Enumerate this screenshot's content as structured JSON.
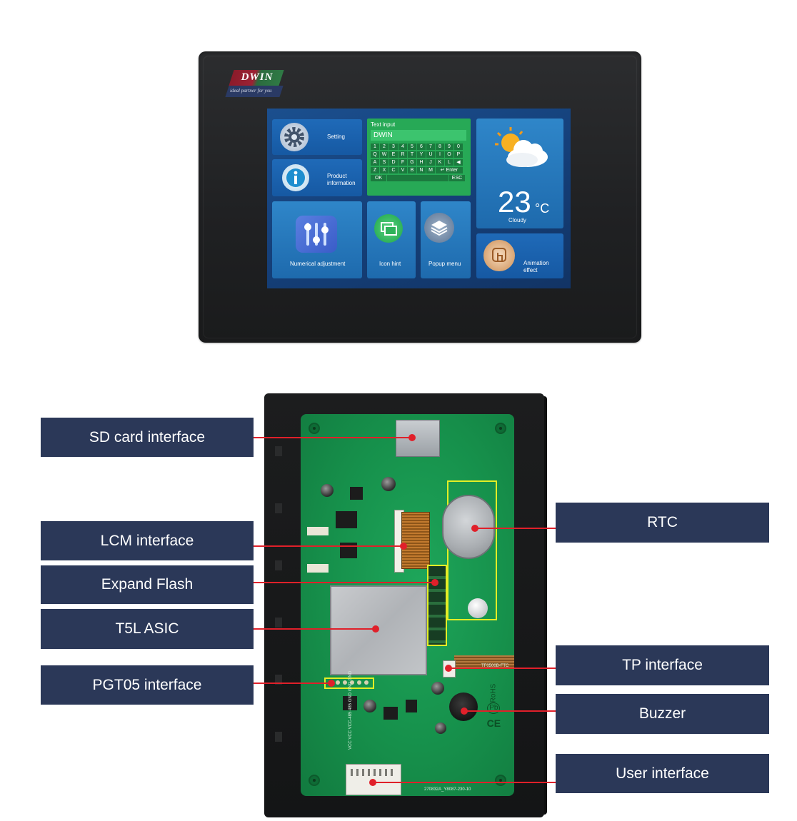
{
  "front": {
    "logo_text": "DWIN",
    "logo_tagline": "ideal partner for you",
    "tiles": {
      "setting": "Setting",
      "product_information": "Product information",
      "numerical_adjustment": "Numerical adjustment",
      "icon_hint": "Icon hint",
      "popup_menu": "Popup menu",
      "animation_effect": "Animation effect"
    },
    "keyboard": {
      "title": "Text input",
      "value": "DWIN",
      "rows": [
        [
          "1",
          "2",
          "3",
          "4",
          "5",
          "6",
          "7",
          "8",
          "9",
          "0"
        ],
        [
          "Q",
          "W",
          "E",
          "R",
          "T",
          "Y",
          "U",
          "I",
          "O",
          "P"
        ],
        [
          "A",
          "S",
          "D",
          "F",
          "G",
          "H",
          "J",
          "K",
          "L",
          "◀"
        ],
        [
          "Z",
          "X",
          "C",
          "V",
          "B",
          "N",
          "M",
          "↵ Enter"
        ]
      ],
      "ok": "OK",
      "esc": "ESC"
    },
    "weather": {
      "temperature": "23",
      "unit": "°C",
      "condition": "Cloudy"
    }
  },
  "callouts": {
    "sd_card": "SD card interface",
    "lcm": "LCM interface",
    "expand_flash": "Expand Flash",
    "t5l_asic": "T5L ASIC",
    "pgt05": "PGT05 interface",
    "rtc": "RTC",
    "tp": "TP interface",
    "buzzer": "Buzzer",
    "user": "User interface"
  },
  "silkscreen": {
    "user_header": "VCC VCC VCC-485 485 GND GND GND",
    "board_code": "270832A_Y8087-230-10",
    "tp_code": "TF0500B-FTC",
    "certs": [
      "RoHS",
      "Pb",
      "CE"
    ]
  },
  "colors": {
    "callout_bg": "#2b3858",
    "leader_line": "#e0202a",
    "highlight_box": "#e3ee25",
    "pcb": "#16904b"
  }
}
